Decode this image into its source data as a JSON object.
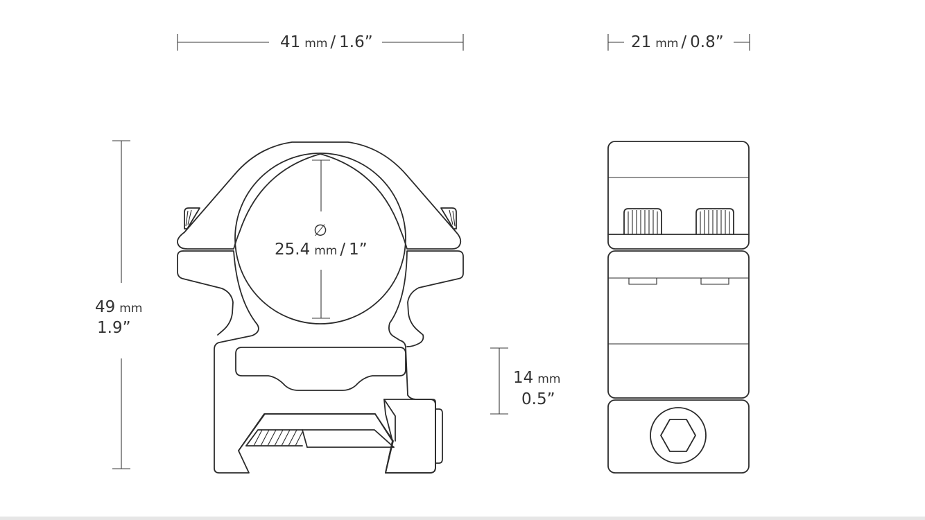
{
  "dimensions": {
    "base_width": {
      "value": "41",
      "unit": "mm",
      "imperial": "1.6”"
    },
    "side_width": {
      "value": "21",
      "unit": "mm",
      "imperial": "0.8”"
    },
    "height": {
      "value": "49",
      "unit": "mm",
      "imperial": "1.9”"
    },
    "tube_diameter": {
      "symbol": "∅",
      "value": "25.4",
      "unit": "mm",
      "imperial": "1”"
    },
    "center_height": {
      "value": "14",
      "unit": "mm",
      "imperial": "0.5”"
    }
  }
}
